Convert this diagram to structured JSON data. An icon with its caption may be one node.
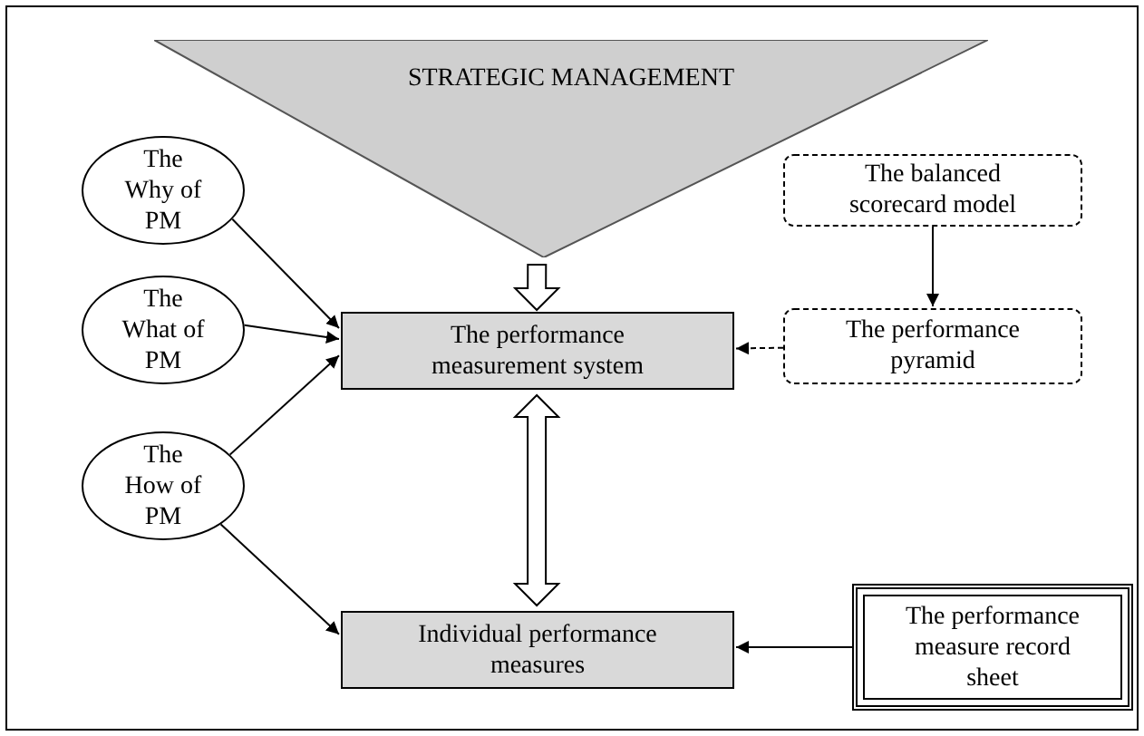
{
  "diagram": {
    "nodes": [
      {
        "text": [
          "STRATEGIC MANAGEMENT"
        ]
      },
      {
        "text": [
          "The Why of PM"
        ]
      },
      {
        "text": [
          "The balanced scorecard model"
        ]
      },
      {
        "text": [
          "The What of PM"
        ]
      },
      {
        "text": [
          "The performance measurement system"
        ]
      },
      {
        "text": [
          "The performance pyramid"
        ]
      },
      {
        "text": [
          "The How of PM"
        ]
      },
      {
        "text": [
          "Individual performance measures"
        ]
      },
      {
        "text": [
          "The performance measure record sheet"
        ]
      }
    ],
    "edges": [
      {
        "from": 0,
        "to": 4,
        "arrow": "to",
        "style": "thick"
      },
      {
        "from": 1,
        "to": 4,
        "arrow": "to"
      },
      {
        "from": 3,
        "to": 4,
        "arrow": "to"
      },
      {
        "from": 6,
        "to": 4,
        "arrow": "to"
      },
      {
        "from": 6,
        "to": 7,
        "arrow": "to"
      },
      {
        "from": 2,
        "to": 5,
        "arrow": "to"
      },
      {
        "from": 5,
        "to": 4,
        "arrow": "to",
        "style": "dashed"
      },
      {
        "from": 8,
        "to": 7,
        "arrow": "to"
      },
      {
        "from": 4,
        "to": 7,
        "arrow": "both",
        "style": "thick"
      }
    ]
  }
}
